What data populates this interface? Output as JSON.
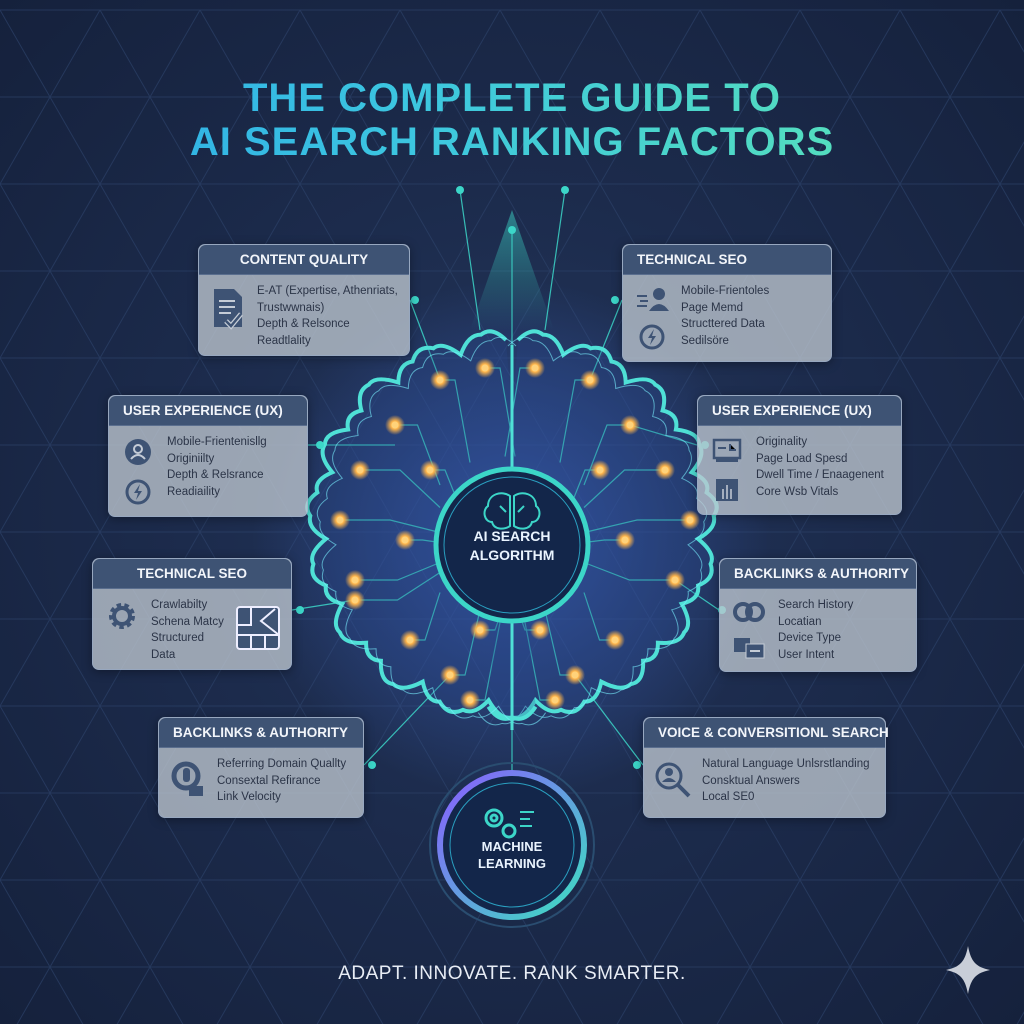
{
  "title": {
    "line1": "THE COMPLETE GUIDE TO",
    "line2": "AI SEARCH RANKING FACTORS"
  },
  "center": {
    "label_line1": "AI SEARCH",
    "label_line2": "ALGORITHM",
    "icon": "brain-icon"
  },
  "ml": {
    "label_line1": "MACHINE",
    "label_line2": "LEARNING",
    "icon": "gears-icon"
  },
  "cards": [
    {
      "title": "CONTENT QUALITY",
      "items": [
        "E-AT (Expertise, Athenriats,",
        "Trustwwnais)",
        "Depth & Relsonce",
        "Readtlality"
      ],
      "icons": [
        "document-check-icon"
      ]
    },
    {
      "title": "TECHNICAL SEO",
      "items": [
        "Mobile-Frientoles",
        "Page Memd",
        "Structtered Data",
        "Sedilsöre"
      ],
      "icons": [
        "fast-user-icon",
        "lightning-icon"
      ]
    },
    {
      "title": "USER EXPERIENCE (UX)",
      "items": [
        "Mobile-Frientenisllg",
        "Originiilty",
        "Depth & Relsrance",
        "Readiaility"
      ],
      "icons": [
        "user-circle-icon",
        "lightning-icon"
      ]
    },
    {
      "title": "USER EXPERIENCE (UX)",
      "items": [
        "Originality",
        "Page Load Spesd",
        "Dwell Time / Enaagenent",
        "Core Wsb Vitals"
      ],
      "icons": [
        "dashboard-icon",
        "building-icon"
      ]
    },
    {
      "title": "TECHNICAL SEO",
      "items": [
        "Crawlabilty",
        "Schena Matcy",
        "Structured",
        "Data"
      ],
      "icons": [
        "gear-icon",
        "sitemap-icon"
      ]
    },
    {
      "title": "BACKLINKS & AUTHORITY",
      "items": [
        "Search History",
        "Locatian",
        "Device Type",
        "User Intent"
      ],
      "icons": [
        "chain-link-icon",
        "chat-icon"
      ]
    },
    {
      "title": "BACKLINKS & AUTHORITY",
      "items": [
        "Referring Domain Quallty",
        "Consextal Refirance",
        "Link Velocity"
      ],
      "icons": [
        "domain-icon"
      ]
    },
    {
      "title": "VOICE & CONVERSITIONL SEARCH",
      "items": [
        "Natural Language Unlsrstlanding",
        "Consktual Answers",
        "Local SE0"
      ],
      "icons": [
        "search-user-icon"
      ]
    }
  ],
  "tagline": "ADAPT. INNOVATE. RANK SMARTER.",
  "colors": {
    "bg": "#1c2b4c",
    "accent": "#3cd6c8",
    "node": "#ffb54a",
    "header": "#3e5374"
  }
}
